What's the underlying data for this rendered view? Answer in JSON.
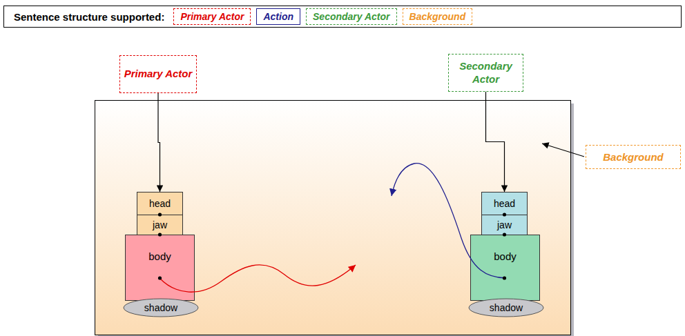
{
  "diagram": {
    "nodes": [
      {
        "text": [
          "Sentence structure supported:"
        ]
      },
      {
        "text": [
          "Primary Actor"
        ],
        "in": 0
      },
      {
        "text": [
          "Action"
        ],
        "in": 0
      },
      {
        "text": [
          "Secondary Actor"
        ],
        "in": 0
      },
      {
        "text": [
          "Background"
        ],
        "in": 0
      },
      {
        "text": [
          "Primary Actor"
        ]
      },
      {
        "text": [
          "Secondary Actor"
        ]
      },
      {
        "text": [
          "Background"
        ]
      },
      {
        "text": [
          "head"
        ]
      },
      {
        "text": [
          "jaw"
        ]
      },
      {
        "text": [
          "body"
        ]
      },
      {
        "text": [
          "shadow"
        ]
      },
      {
        "text": [
          "head"
        ]
      },
      {
        "text": [
          "jaw"
        ]
      },
      {
        "text": [
          "body"
        ]
      },
      {
        "text": [
          "shadow"
        ]
      }
    ],
    "edges": [
      {
        "from": 5,
        "to": 8,
        "arrow": "to"
      },
      {
        "from": 6,
        "to": 12,
        "arrow": "to"
      }
    ]
  }
}
